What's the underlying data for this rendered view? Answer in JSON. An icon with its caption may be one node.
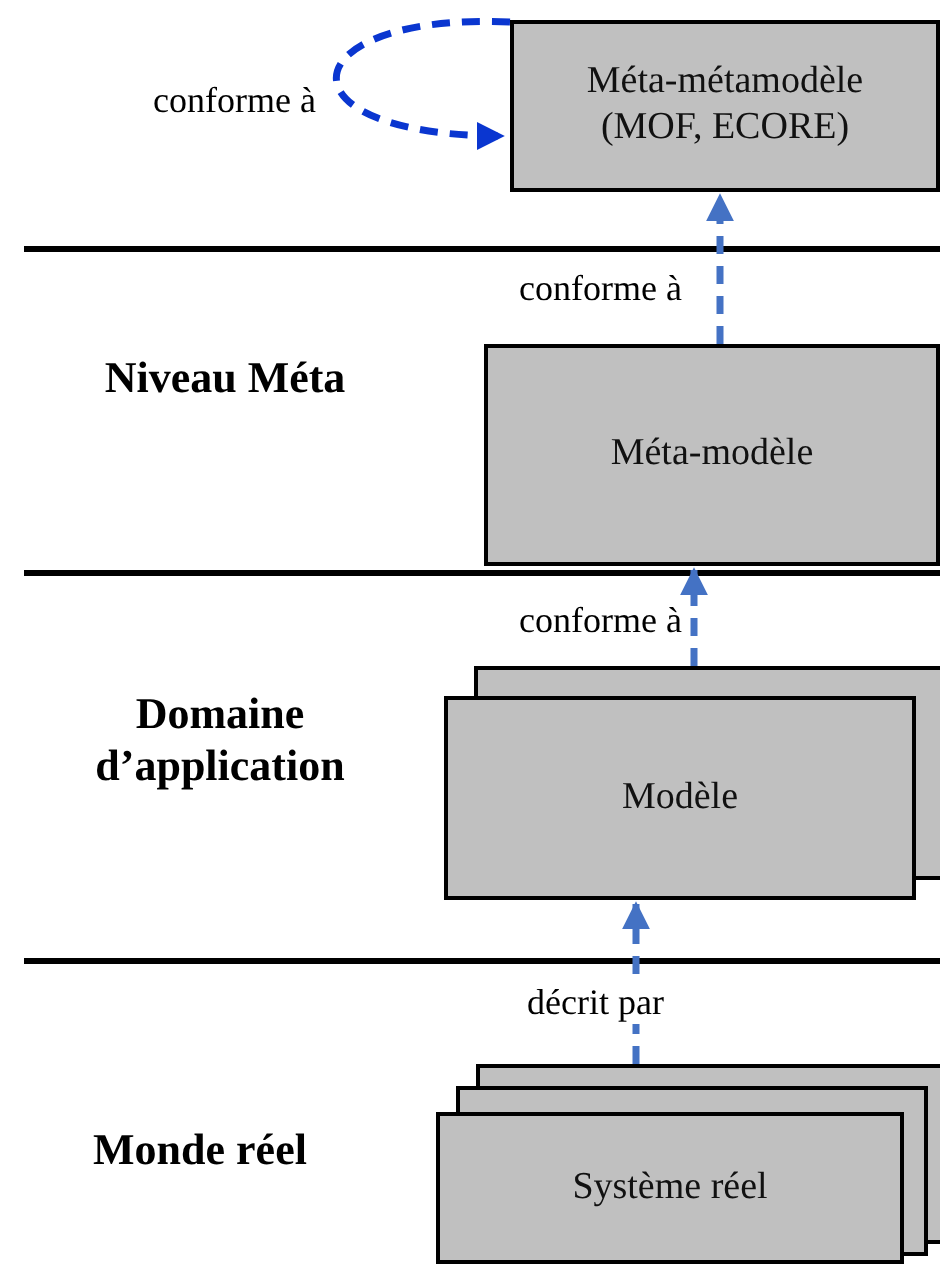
{
  "diagram": {
    "nodes": [
      {
        "text": [
          "Méta-métamodèle (MOF, ECORE)"
        ]
      },
      {
        "text": [
          "Méta-modèle"
        ]
      },
      {
        "text": [
          "Modèle"
        ]
      },
      {
        "text": [
          "Système réel"
        ]
      }
    ],
    "edges": [
      {
        "from": 0,
        "to": 0,
        "arrow": "to",
        "label": "conforme à",
        "style": "dashed",
        "color": "#0a36d0"
      },
      {
        "from": 1,
        "to": 0,
        "arrow": "to",
        "label": "conforme à",
        "style": "dashed"
      },
      {
        "from": 2,
        "to": 1,
        "arrow": "to",
        "label": "conforme à",
        "style": "dashed"
      },
      {
        "from": 3,
        "to": 2,
        "arrow": "to",
        "label": "décrit par",
        "style": "dashed"
      }
    ],
    "labels": [
      "Niveau Méta",
      "Domaine d’application",
      "Monde réel"
    ]
  }
}
